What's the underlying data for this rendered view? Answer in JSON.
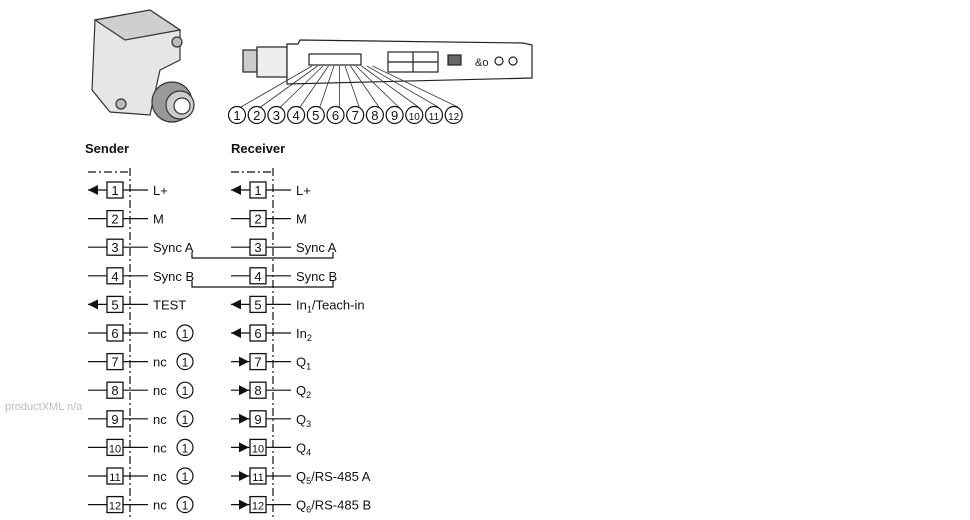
{
  "watermark": "productXML n/a",
  "sender": {
    "title": "Sender",
    "pins": [
      {
        "num": "1",
        "label": "L+",
        "sub": "",
        "rest": "",
        "arrow": "in",
        "note": ""
      },
      {
        "num": "2",
        "label": "M",
        "sub": "",
        "rest": "",
        "arrow": "none",
        "note": ""
      },
      {
        "num": "3",
        "label": "Sync A",
        "sub": "",
        "rest": "",
        "arrow": "none",
        "note": ""
      },
      {
        "num": "4",
        "label": "Sync B",
        "sub": "",
        "rest": "",
        "arrow": "none",
        "note": ""
      },
      {
        "num": "5",
        "label": "TEST",
        "sub": "",
        "rest": "",
        "arrow": "in",
        "note": ""
      },
      {
        "num": "6",
        "label": "nc",
        "sub": "",
        "rest": "",
        "arrow": "none",
        "note": "1"
      },
      {
        "num": "7",
        "label": "nc",
        "sub": "",
        "rest": "",
        "arrow": "none",
        "note": "1"
      },
      {
        "num": "8",
        "label": "nc",
        "sub": "",
        "rest": "",
        "arrow": "none",
        "note": "1"
      },
      {
        "num": "9",
        "label": "nc",
        "sub": "",
        "rest": "",
        "arrow": "none",
        "note": "1"
      },
      {
        "num": "10",
        "label": "nc",
        "sub": "",
        "rest": "",
        "arrow": "none",
        "note": "1"
      },
      {
        "num": "11",
        "label": "nc",
        "sub": "",
        "rest": "",
        "arrow": "none",
        "note": "1"
      },
      {
        "num": "12",
        "label": "nc",
        "sub": "",
        "rest": "",
        "arrow": "none",
        "note": "1"
      }
    ]
  },
  "receiver": {
    "title": "Receiver",
    "pins": [
      {
        "num": "1",
        "label": "L+",
        "sub": "",
        "rest": "",
        "arrow": "in",
        "note": ""
      },
      {
        "num": "2",
        "label": "M",
        "sub": "",
        "rest": "",
        "arrow": "none",
        "note": ""
      },
      {
        "num": "3",
        "label": "Sync A",
        "sub": "",
        "rest": "",
        "arrow": "none",
        "note": ""
      },
      {
        "num": "4",
        "label": "Sync B",
        "sub": "",
        "rest": "",
        "arrow": "none",
        "note": ""
      },
      {
        "num": "5",
        "label": "In",
        "sub": "1",
        "rest": "/Teach-in",
        "arrow": "in",
        "note": ""
      },
      {
        "num": "6",
        "label": "In",
        "sub": "2",
        "rest": "",
        "arrow": "in",
        "note": ""
      },
      {
        "num": "7",
        "label": "Q",
        "sub": "1",
        "rest": "",
        "arrow": "out",
        "note": ""
      },
      {
        "num": "8",
        "label": "Q",
        "sub": "2",
        "rest": "",
        "arrow": "out",
        "note": ""
      },
      {
        "num": "9",
        "label": "Q",
        "sub": "3",
        "rest": "",
        "arrow": "out",
        "note": ""
      },
      {
        "num": "10",
        "label": "Q",
        "sub": "4",
        "rest": "",
        "arrow": "out",
        "note": ""
      },
      {
        "num": "11",
        "label": "Q",
        "sub": "5",
        "rest": "/RS-485 A",
        "arrow": "out",
        "note": ""
      },
      {
        "num": "12",
        "label": "Q",
        "sub": "6",
        "rest": "/RS-485 B",
        "arrow": "out",
        "note": ""
      }
    ]
  },
  "connector_callouts": [
    "1",
    "2",
    "3",
    "4",
    "5",
    "6",
    "7",
    "8",
    "9",
    "10",
    "11",
    "12"
  ]
}
